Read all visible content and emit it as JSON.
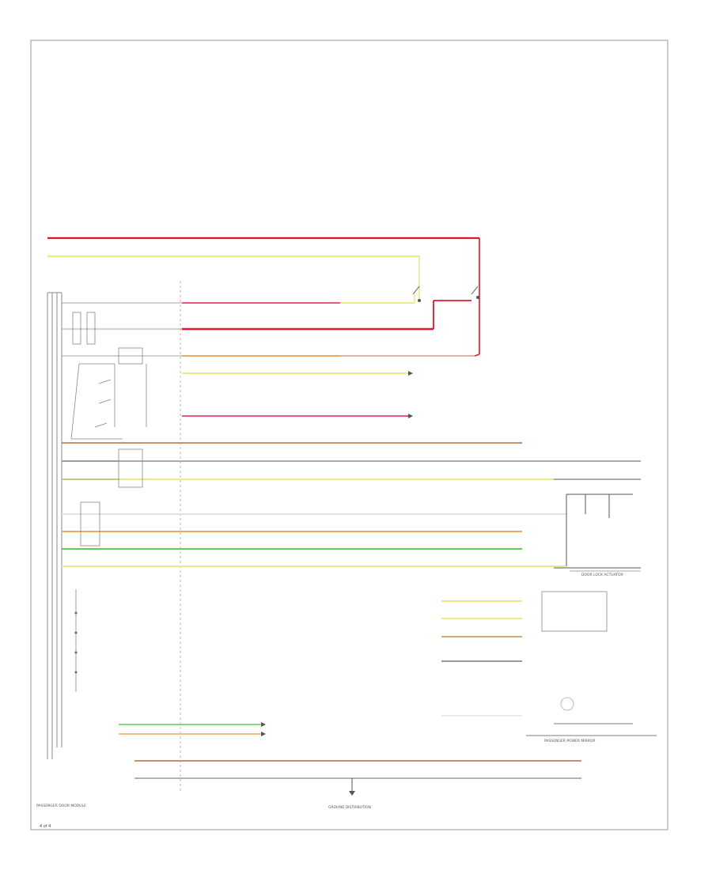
{
  "colors": {
    "red": "#e8122d",
    "yellow": "#ece98a",
    "orange": "#f0a860",
    "brown": "#c8906a",
    "green": "#5ad05a",
    "black": "#555555",
    "grey": "#aaaaaa",
    "light": "#e2e2e2",
    "pink": "#e85a7a",
    "gnd": "#333333"
  },
  "connectors": {
    "main_module": "PASSENGER DOOR MODULE",
    "lock_actuator": "DOOR LOCK ACTUATOR",
    "mirror": "PASSENGER POWER MIRROR",
    "ground": "GROUND DISTRIBUTION",
    "footer_page": "4 of 4"
  }
}
